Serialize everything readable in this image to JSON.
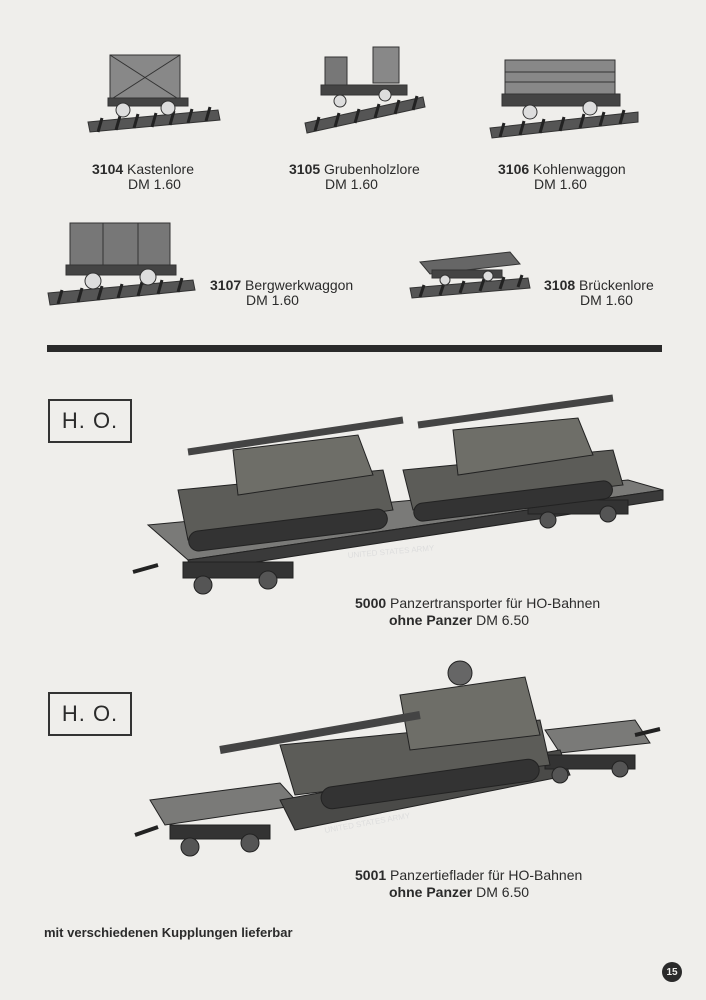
{
  "items_top": [
    {
      "number": "3104",
      "name": "Kastenlore",
      "price": "DM 1.60"
    },
    {
      "number": "3105",
      "name": "Grubenholzlore",
      "price": "DM 1.60"
    },
    {
      "number": "3106",
      "name": "Kohlenwaggon",
      "price": "DM 1.60"
    },
    {
      "number": "3107",
      "name": "Bergwerkwaggon",
      "price": "DM 1.60"
    },
    {
      "number": "3108",
      "name": "Brückenlore",
      "price": "DM 1.60"
    }
  ],
  "ho_label": "H. O.",
  "product_5000": {
    "number": "5000",
    "name": "Panzertransporter für HO-Bahnen",
    "note": "ohne Panzer",
    "price": "DM 6.50",
    "car_marking": "UNITED STATES ARMY"
  },
  "product_5001": {
    "number": "5001",
    "name": "Panzertieflader für HO-Bahnen",
    "note": "ohne Panzer",
    "price": "DM 6.50",
    "car_marking": "UNITED STATES ARMY"
  },
  "footer": "mit verschiedenen Kupplungen lieferbar",
  "page_number": "15"
}
